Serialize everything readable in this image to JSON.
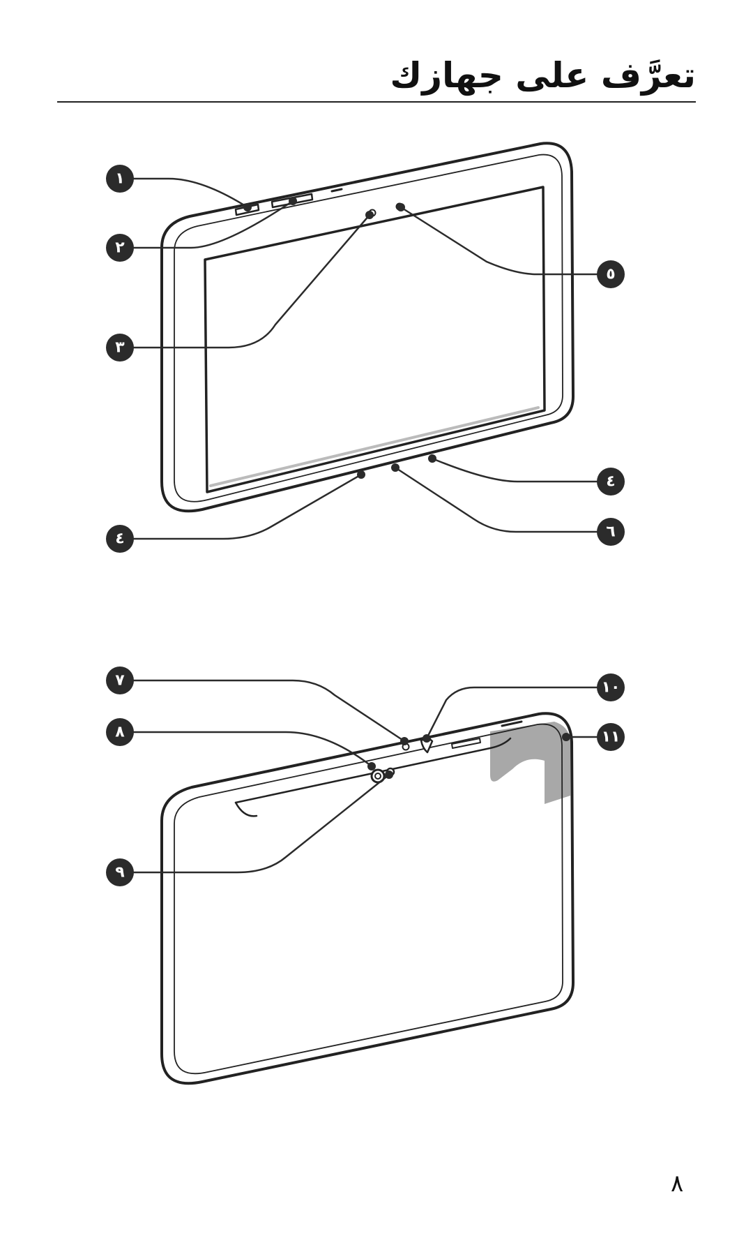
{
  "header": {
    "title": "تعرَّف على جهازك"
  },
  "callouts": {
    "c1": "١",
    "c2": "٢",
    "c3": "٣",
    "c4_right": "٤",
    "c5": "٥",
    "c6": "٦",
    "c4_left": "٤",
    "c7": "٧",
    "c8": "٨",
    "c9": "٩",
    "c10": "١٠",
    "c11": "١١"
  },
  "footer": {
    "page_number": "٨"
  },
  "colors": {
    "line": "#222222",
    "callout_fill": "#2b2b2b",
    "antenna_shade": "#a8a8a8"
  }
}
